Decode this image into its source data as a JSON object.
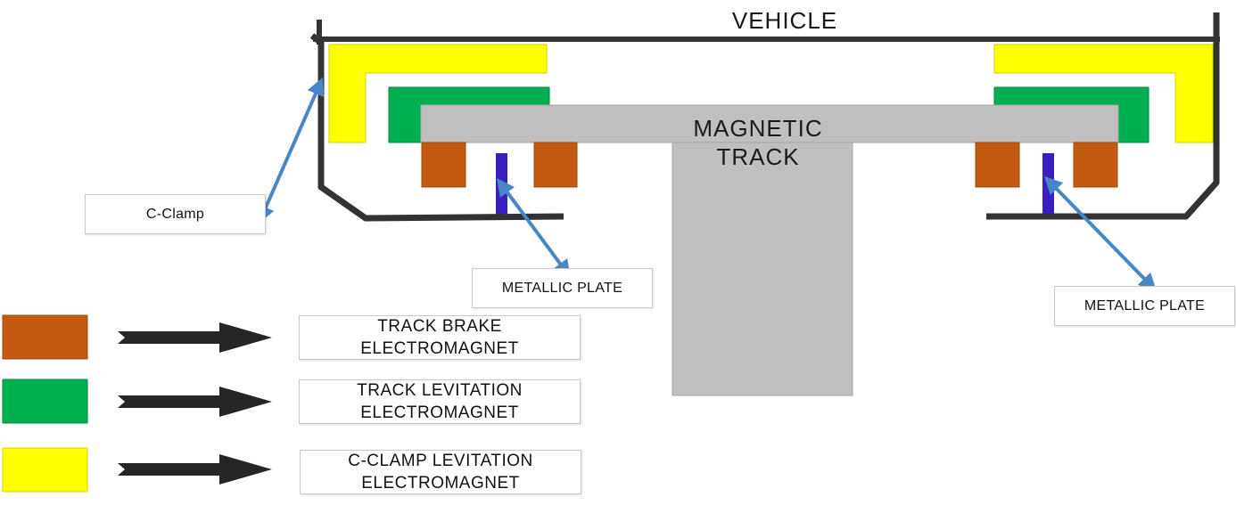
{
  "labels": {
    "vehicle": "VEHICLE",
    "track_line1": "MAGNETIC",
    "track_line2": "TRACK",
    "c_clamp": "C-Clamp",
    "metallic_plate_left": "METALLIC PLATE",
    "metallic_plate_right": "METALLIC PLATE"
  },
  "legend": [
    {
      "line1": "TRACK BRAKE",
      "line2": "ELECTROMAGNET",
      "color": "#c55a11"
    },
    {
      "line1": "TRACK LEVITATION",
      "line2": "ELECTROMAGNET",
      "color": "#00b050"
    },
    {
      "line1": "C-CLAMP LEVITATION",
      "line2": "ELECTROMAGNET",
      "color": "#ffff00"
    }
  ],
  "colors": {
    "track": "#bfbfbf",
    "frame": "#333333",
    "plate": "#3a1fbf",
    "callout_arrow": "#4a86c5",
    "legend_arrow": "#262626"
  }
}
